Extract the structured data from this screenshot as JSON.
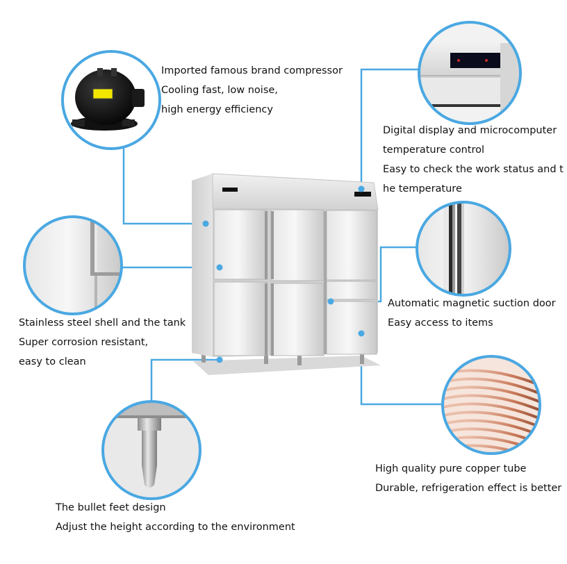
{
  "colors": {
    "accent": "#4aa8e2",
    "steel_light": "#eeeeee",
    "steel_dark": "#a6a6a6",
    "copper": "#c9795a"
  },
  "callouts": {
    "compressor": {
      "line1": "Imported famous brand compressor",
      "line2": "Cooling fast, low noise,",
      "line3": "high energy efficiency"
    },
    "display": {
      "line1": "Digital display and microcomputer",
      "line2": "temperature control",
      "line3": "Easy to check the work status and t",
      "line4": "he temperature"
    },
    "shell": {
      "line1": "Stainless steel shell and the tank",
      "line2": "Super corrosion resistant,",
      "line3": "easy to clean"
    },
    "door": {
      "line1": "Automatic magnetic suction door",
      "line2": "Easy access to items"
    },
    "copper": {
      "line1": "High quality pure copper tube",
      "line2": "Durable, refrigeration effect is better"
    },
    "feet": {
      "line1": "The bullet feet design",
      "line2": "Adjust the height according to the  environment"
    }
  },
  "icons": {
    "compressor": "compressor-icon",
    "display": "digital-display-icon",
    "shell": "steel-panel-icon",
    "door": "door-gasket-icon",
    "copper": "copper-coil-icon",
    "feet": "bullet-foot-icon"
  }
}
